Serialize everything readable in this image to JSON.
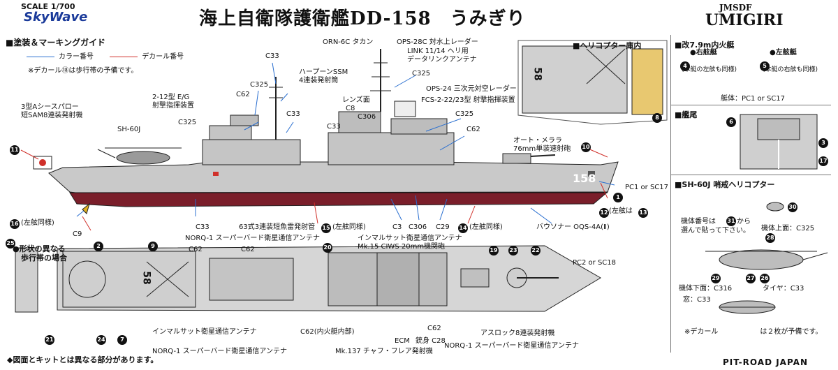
{
  "header": {
    "scale": "SCALE 1/700",
    "brand": "SkyWave",
    "title": "海上自衛隊護衛艦DD-158　うみぎり",
    "jmsdf": "JMSDF",
    "ship_name_en": "UMIGIRI"
  },
  "legend": {
    "section_title": "■塗装＆マーキングガイド",
    "color_number": "カラー番号",
    "decal_number": "デカール番号",
    "note": "※デカール⑱は歩行帯の予備です。",
    "colors": {
      "color_line": "#2a6fd0",
      "decal_line": "#d0302a"
    }
  },
  "side_view": {
    "hull_number": "158",
    "labels": {
      "orn6c": "ORN-6C タカン",
      "ops28c": "OPS-28C 対水上レーダー",
      "link": "LINK 11/14 ヘリ用",
      "datalink": "データリンクアンテナ",
      "c325_a": "C325",
      "ops24": "OPS-24 三次元対空レーダー",
      "fcs": "FCS-2-22/23型 射撃指揮装置",
      "harpoon": "ハープーンSSM",
      "harpoon2": "4連装発射筒",
      "c33_top": "C33",
      "c62_a": "C62",
      "c325_b": "C325",
      "fire_ctrl": "2-12型 E/G",
      "fire_ctrl2": "射撃指揮装置",
      "c325_c": "C325",
      "c33_mid": "C33",
      "sea_sparrow": "3型Aシースパロー",
      "sea_sparrow2": "短SAM8連装発射機",
      "sh60j": "SH-60J",
      "lens": "レンズ面",
      "c8": "C8",
      "c306": "C306",
      "c33_c": "C33",
      "c325_d": "C325",
      "c62_b": "C62",
      "oto": "オート・メララ",
      "oto2": "76mm単装速射砲",
      "pc1": "PC1 or SC17",
      "port_same_16": "(左舷同様)",
      "c9": "C9",
      "c33_bottom": "C33",
      "torpedo": "63式3連装短魚雷発射管",
      "port_same_15": "(左舷同様)",
      "c3": "C3",
      "c306_b": "C306",
      "c29": "C29",
      "port_same_14": "(左舷同様)",
      "port_side_13": "(左舷は",
      "sonar": "バウソナー OQS-4A(Ⅱ)"
    }
  },
  "top_view": {
    "walkway_title": "●形状の異なる",
    "walkway_title2": "歩行帯の場合",
    "deck_number": "58",
    "labels": {
      "norq_top": "NORQ-1 スーパーバード衛星通信アンテナ",
      "inmarsat_top": "インマルサット衛星通信アンテナ",
      "ciws": "Mk.15 CIWS 20mm機関砲",
      "c62_a": "C62",
      "c62_b": "C62",
      "pc2": "PC2 or SC18",
      "inmarsat_bottom": "インマルサット衛星通信アンテナ",
      "norq_bottom": "NORQ-1 スーパーバード衛星通信アンテナ",
      "c62_boat": "C62(内火艇内部)",
      "chaff": "Mk.137 チャフ・フレア発射機",
      "ecm": "ECM",
      "bell": "銃身 C28",
      "c62_c": "C62",
      "asroc": "アスロック8連装発射機",
      "norq_right": "NORQ-1 スーパーバード衛星通信アンテナ"
    },
    "note": "◆図面とキットとは異なる部分があります。"
  },
  "hangar": {
    "title": "■ヘリコプター庫内",
    "deck_number": "58"
  },
  "boat": {
    "title": "■改7.9m内火艇",
    "starboard": "●右舷艇",
    "starboard_note": "(本艇の左舷も同様)",
    "port": "●左舷艇",
    "port_note": "(本艇の右舷も同様)",
    "hull_color": "艇体：PC1 or SC17"
  },
  "stern": {
    "title": "■艦尾"
  },
  "heli": {
    "title": "■SH-60J 哨戒ヘリコプター",
    "note1": "機体番号は",
    "note1b": "から",
    "note2": "選んで貼って下さい。",
    "upper": "機体上面：C325",
    "lower": "機体下面：C316",
    "tire": "タイヤ：C33",
    "window": "窓：C33",
    "decal_note": "※デカール",
    "decal_note2": "は２枚が予備です。"
  },
  "footer": {
    "brand": "PIT-ROAD JAPAN"
  },
  "numbers": [
    "1",
    "2",
    "3",
    "4",
    "5",
    "6",
    "7",
    "8",
    "9",
    "10",
    "11",
    "12",
    "13",
    "14",
    "15",
    "16",
    "17",
    "19",
    "20",
    "21",
    "22",
    "23",
    "24",
    "25",
    "26",
    "27",
    "28",
    "29",
    "30",
    "31"
  ]
}
